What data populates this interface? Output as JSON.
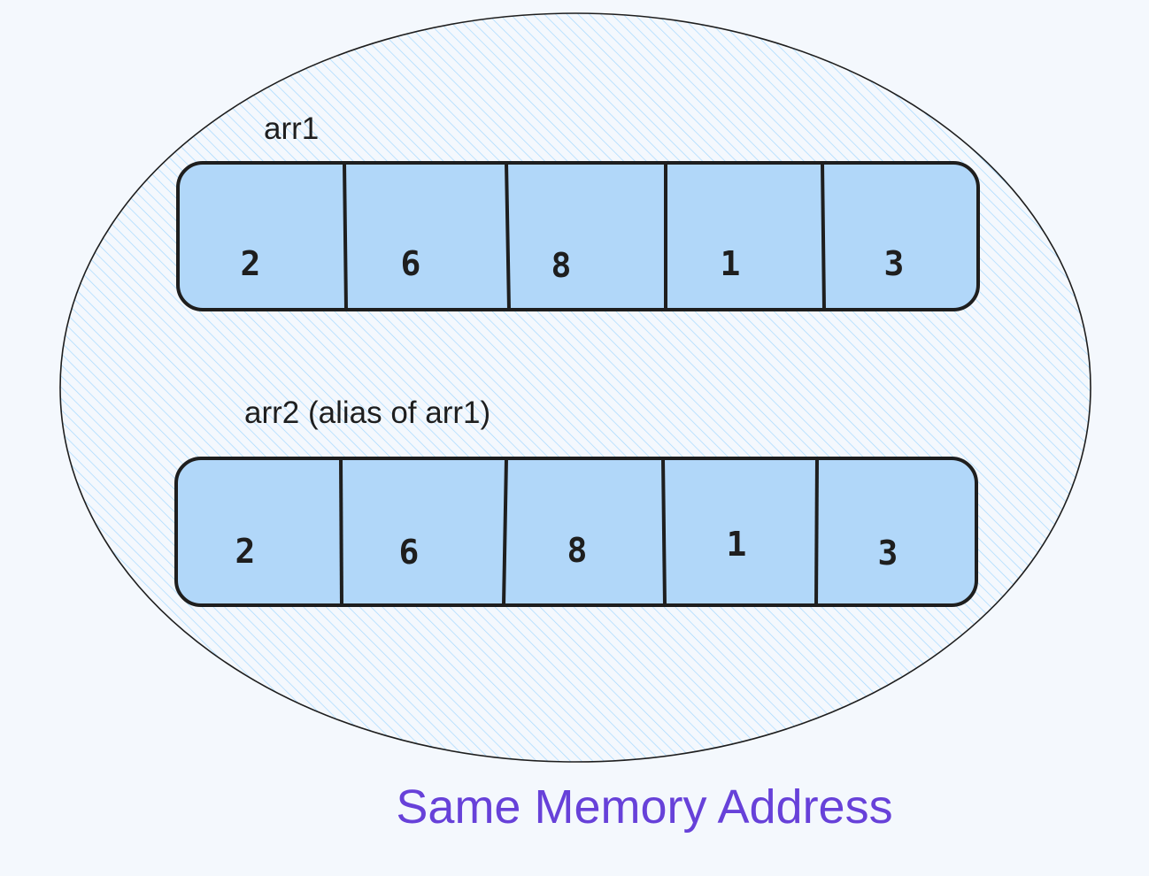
{
  "diagram": {
    "arrays": [
      {
        "id": "arr1",
        "label": "arr1",
        "values": [
          "2",
          "6",
          "8",
          "1",
          "3"
        ]
      },
      {
        "id": "arr2",
        "label": "arr2 (alias of arr1)",
        "values": [
          "2",
          "6",
          "8",
          "1",
          "3"
        ]
      }
    ],
    "caption": "Same Memory Address"
  },
  "colors": {
    "background": "#f4f8fd",
    "ellipse_stroke": "#1e1e1e",
    "hatch": "#a5d8ff",
    "cell_fill": "#b1d7f9",
    "cell_stroke": "#1e1e1e",
    "caption": "#6741d9"
  }
}
